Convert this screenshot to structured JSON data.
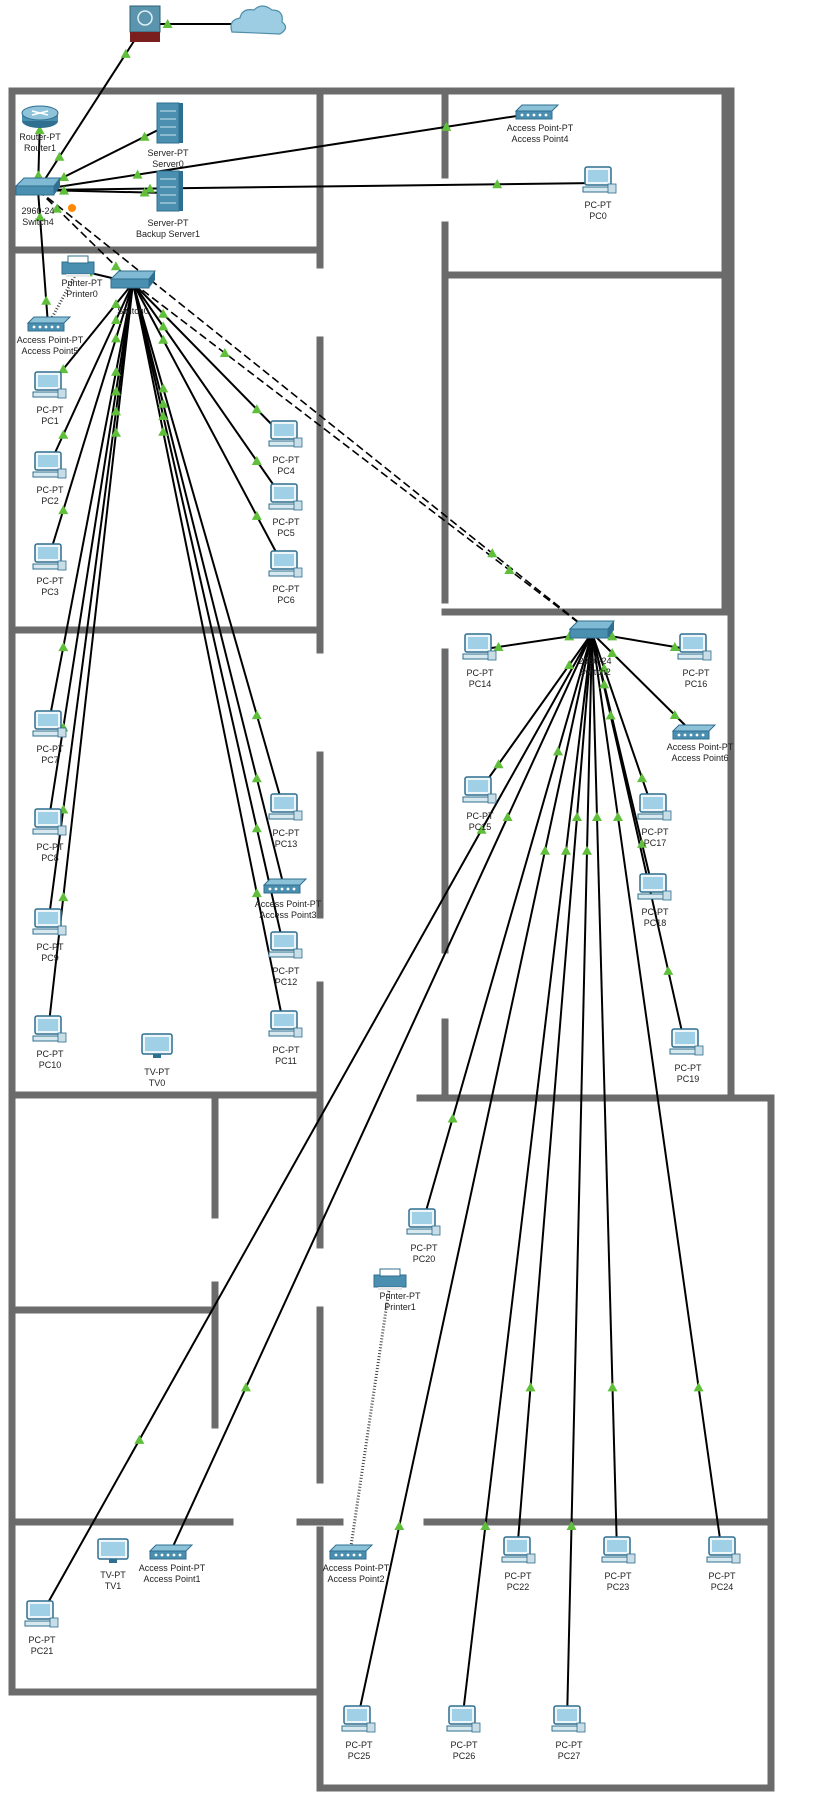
{
  "colors": {
    "wall": "#6b6b6b",
    "link": "#000000",
    "link_up": "#5fbf3a",
    "link_warn": "#ff8800",
    "device": "#4a8fb0",
    "device_dark": "#2f6f8f",
    "firewall_bottom": "#7a1e1e"
  },
  "devices": [
    {
      "id": "internet",
      "type": "cloud"
    },
    {
      "id": "firewall",
      "type": "firewall"
    },
    {
      "id": "router1",
      "type": "router",
      "model": "Router-PT",
      "name": "Router1"
    },
    {
      "id": "server0",
      "type": "server",
      "model": "Server-PT",
      "name": "Server0"
    },
    {
      "id": "backup_server1",
      "type": "server",
      "model": "Server-PT",
      "name": "Backup Server1"
    },
    {
      "id": "switch4",
      "type": "switch",
      "model": "2960-24",
      "name": "Switch4"
    },
    {
      "id": "ap4",
      "type": "access-point",
      "model": "Access Point-PT",
      "name": "Access Point4"
    },
    {
      "id": "pc0",
      "type": "pc",
      "model": "PC-PT",
      "name": "PC0"
    },
    {
      "id": "printer0",
      "type": "printer",
      "model": "Printer-PT",
      "name": "Printer0"
    },
    {
      "id": "switch0",
      "type": "switch",
      "model": "",
      "name": "Switch0"
    },
    {
      "id": "ap5",
      "type": "access-point",
      "model": "Access Point-PT",
      "name": "Access Point5"
    },
    {
      "id": "pc1",
      "type": "pc",
      "model": "PC-PT",
      "name": "PC1"
    },
    {
      "id": "pc2",
      "type": "pc",
      "model": "PC-PT",
      "name": "PC2"
    },
    {
      "id": "pc3",
      "type": "pc",
      "model": "PC-PT",
      "name": "PC3"
    },
    {
      "id": "pc4",
      "type": "pc",
      "model": "PC-PT",
      "name": "PC4"
    },
    {
      "id": "pc5",
      "type": "pc",
      "model": "PC-PT",
      "name": "PC5"
    },
    {
      "id": "pc6",
      "type": "pc",
      "model": "PC-PT",
      "name": "PC6"
    },
    {
      "id": "pc7",
      "type": "pc",
      "model": "PC-PT",
      "name": "PC7"
    },
    {
      "id": "pc8",
      "type": "pc",
      "model": "PC-PT",
      "name": "PC8"
    },
    {
      "id": "pc9",
      "type": "pc",
      "model": "PC-PT",
      "name": "PC9"
    },
    {
      "id": "pc10",
      "type": "pc",
      "model": "PC-PT",
      "name": "PC10"
    },
    {
      "id": "tv0",
      "type": "tv",
      "model": "TV-PT",
      "name": "TV0"
    },
    {
      "id": "pc13",
      "type": "pc",
      "model": "PC-PT",
      "name": "PC13"
    },
    {
      "id": "ap3",
      "type": "access-point",
      "model": "Access Point-PT",
      "name": "Access Point3"
    },
    {
      "id": "pc12",
      "type": "pc",
      "model": "PC-PT",
      "name": "PC12"
    },
    {
      "id": "pc11",
      "type": "pc",
      "model": "PC-PT",
      "name": "PC11"
    },
    {
      "id": "switch2",
      "type": "switch",
      "model": "2960-24",
      "name": "Switch2"
    },
    {
      "id": "pc14",
      "type": "pc",
      "model": "PC-PT",
      "name": "PC14"
    },
    {
      "id": "pc16",
      "type": "pc",
      "model": "PC-PT",
      "name": "PC16"
    },
    {
      "id": "ap6",
      "type": "access-point",
      "model": "Access Point-PT",
      "name": "Access Point6"
    },
    {
      "id": "pc15",
      "type": "pc",
      "model": "PC-PT",
      "name": "PC15"
    },
    {
      "id": "pc17",
      "type": "pc",
      "model": "PC-PT",
      "name": "PC17"
    },
    {
      "id": "pc18",
      "type": "pc",
      "model": "PC-PT",
      "name": "PC18"
    },
    {
      "id": "pc19",
      "type": "pc",
      "model": "PC-PT",
      "name": "PC19"
    },
    {
      "id": "pc20",
      "type": "pc",
      "model": "PC-PT",
      "name": "PC20"
    },
    {
      "id": "printer1",
      "type": "printer",
      "model": "Printer-PT",
      "name": "Printer1"
    },
    {
      "id": "tv1",
      "type": "tv",
      "model": "TV-PT",
      "name": "TV1"
    },
    {
      "id": "ap1",
      "type": "access-point",
      "model": "Access Point-PT",
      "name": "Access Point1"
    },
    {
      "id": "pc21",
      "type": "pc",
      "model": "PC-PT",
      "name": "PC21"
    },
    {
      "id": "ap2",
      "type": "access-point",
      "model": "Access Point-PT",
      "name": "Access Point2"
    },
    {
      "id": "pc22",
      "type": "pc",
      "model": "PC-PT",
      "name": "PC22"
    },
    {
      "id": "pc23",
      "type": "pc",
      "model": "PC-PT",
      "name": "PC23"
    },
    {
      "id": "pc24",
      "type": "pc",
      "model": "PC-PT",
      "name": "PC24"
    },
    {
      "id": "pc25",
      "type": "pc",
      "model": "PC-PT",
      "name": "PC25"
    },
    {
      "id": "pc26",
      "type": "pc",
      "model": "PC-PT",
      "name": "PC26"
    },
    {
      "id": "pc27",
      "type": "pc",
      "model": "PC-PT",
      "name": "PC27"
    }
  ],
  "links": [
    {
      "from": "firewall",
      "to": "internet",
      "style": "solid"
    },
    {
      "from": "switch4",
      "to": "firewall",
      "style": "solid"
    },
    {
      "from": "switch4",
      "to": "router1",
      "style": "solid"
    },
    {
      "from": "switch4",
      "to": "server0",
      "style": "solid"
    },
    {
      "from": "switch4",
      "to": "backup_server1",
      "style": "solid"
    },
    {
      "from": "switch4",
      "to": "ap4",
      "style": "solid"
    },
    {
      "from": "switch4",
      "to": "pc0",
      "style": "solid"
    },
    {
      "from": "switch4",
      "to": "ap5",
      "style": "solid"
    },
    {
      "from": "switch4",
      "to": "switch0",
      "style": "dashed"
    },
    {
      "from": "switch4",
      "to": "switch2",
      "style": "dashed"
    },
    {
      "from": "switch0",
      "to": "switch2",
      "style": "dashed"
    },
    {
      "from": "switch0",
      "to": "printer0",
      "style": "solid"
    },
    {
      "from": "switch0",
      "to": "pc1",
      "style": "solid"
    },
    {
      "from": "switch0",
      "to": "pc2",
      "style": "solid"
    },
    {
      "from": "switch0",
      "to": "pc3",
      "style": "solid"
    },
    {
      "from": "switch0",
      "to": "pc4",
      "style": "solid"
    },
    {
      "from": "switch0",
      "to": "pc5",
      "style": "solid"
    },
    {
      "from": "switch0",
      "to": "pc6",
      "style": "solid"
    },
    {
      "from": "switch0",
      "to": "pc7",
      "style": "solid"
    },
    {
      "from": "switch0",
      "to": "pc8",
      "style": "solid"
    },
    {
      "from": "switch0",
      "to": "pc9",
      "style": "solid"
    },
    {
      "from": "switch0",
      "to": "pc10",
      "style": "solid"
    },
    {
      "from": "switch0",
      "to": "pc13",
      "style": "solid"
    },
    {
      "from": "switch0",
      "to": "ap3",
      "style": "solid"
    },
    {
      "from": "switch0",
      "to": "pc12",
      "style": "solid"
    },
    {
      "from": "switch0",
      "to": "pc11",
      "style": "solid"
    },
    {
      "from": "switch2",
      "to": "pc14",
      "style": "solid"
    },
    {
      "from": "switch2",
      "to": "pc16",
      "style": "solid"
    },
    {
      "from": "switch2",
      "to": "ap6",
      "style": "solid"
    },
    {
      "from": "switch2",
      "to": "pc15",
      "style": "solid"
    },
    {
      "from": "switch2",
      "to": "pc17",
      "style": "solid"
    },
    {
      "from": "switch2",
      "to": "pc18",
      "style": "solid"
    },
    {
      "from": "switch2",
      "to": "pc19",
      "style": "solid"
    },
    {
      "from": "switch2",
      "to": "pc20",
      "style": "solid"
    },
    {
      "from": "switch2",
      "to": "ap1",
      "style": "solid"
    },
    {
      "from": "switch2",
      "to": "pc21",
      "style": "solid"
    },
    {
      "from": "switch2",
      "to": "pc22",
      "style": "solid"
    },
    {
      "from": "switch2",
      "to": "pc23",
      "style": "solid"
    },
    {
      "from": "switch2",
      "to": "pc24",
      "style": "solid"
    },
    {
      "from": "switch2",
      "to": "pc25",
      "style": "solid"
    },
    {
      "from": "switch2",
      "to": "pc26",
      "style": "solid"
    },
    {
      "from": "switch2",
      "to": "pc27",
      "style": "solid"
    },
    {
      "from": "ap5",
      "to": "printer0",
      "style": "wireless"
    },
    {
      "from": "ap2",
      "to": "printer1",
      "style": "wireless"
    }
  ]
}
